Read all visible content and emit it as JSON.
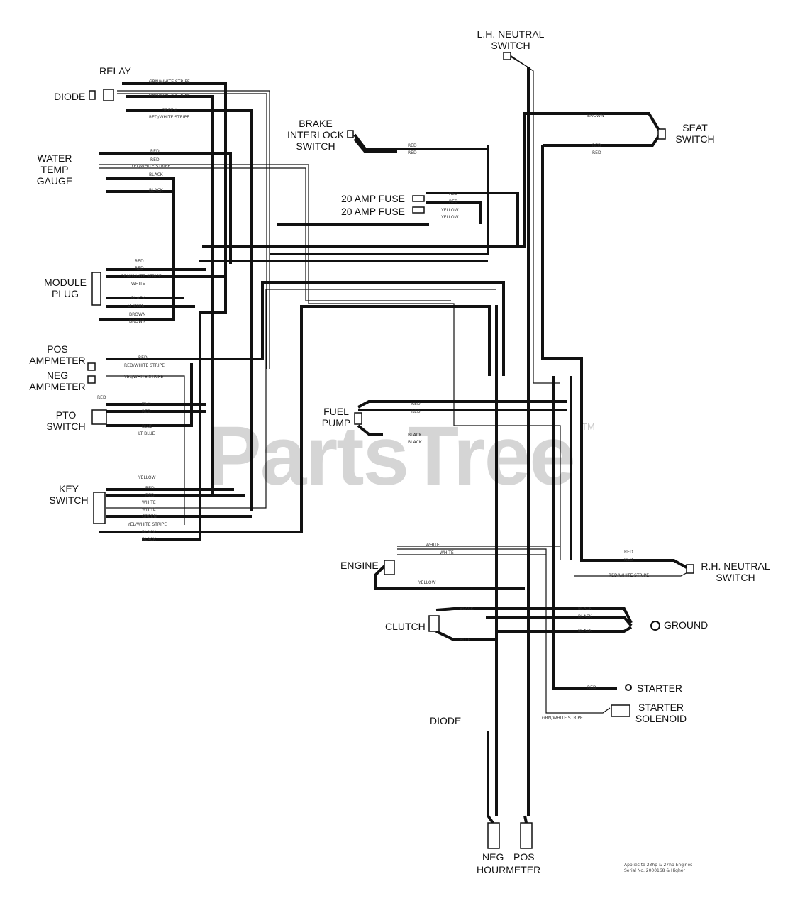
{
  "components": {
    "lh_neutral_switch": "L.H. NEUTRAL\nSWITCH",
    "relay": "RELAY",
    "diode_top": "DIODE",
    "brake_interlock_switch": "BRAKE\nINTERLOCK\nSWITCH",
    "seat_switch": "SEAT\nSWITCH",
    "water_temp_gauge": "WATER\nTEMP\nGAUGE",
    "fuse_1": "20 AMP FUSE",
    "fuse_2": "20 AMP FUSE",
    "module_plug": "MODULE\nPLUG",
    "pos_ampmeter": "POS\nAMPMETER",
    "neg_ampmeter": "NEG\nAMPMETER",
    "pto_switch": "PTO\nSWITCH",
    "fuel_pump": "FUEL\nPUMP",
    "key_switch": "KEY\nSWITCH",
    "engine": "ENGINE",
    "rh_neutral_switch": "R.H. NEUTRAL\nSWITCH",
    "clutch": "CLUTCH",
    "ground": "GROUND",
    "starter": "STARTER",
    "starter_solenoid": "STARTER\nSOLENOID",
    "diode_bottom": "DIODE",
    "neg": "NEG",
    "pos": "POS",
    "hourmeter": "HOURMETER"
  },
  "wire_labels": {
    "grn_white_stripe": "GRN/WHITE STRIPE",
    "green": "GREEN",
    "red_white_stripe": "RED/WHITE STRIPE",
    "red": "RED",
    "yel_white_stripe": "YEL/WHITE STRIPE",
    "black": "BLACK",
    "white": "WHITE",
    "lt_blue": "LT BLUE",
    "brown": "BROWN",
    "blue": "BLUE",
    "yellow": "YELLOW"
  },
  "watermark": {
    "brand": "PartsTree",
    "tm": "TM"
  },
  "note": "Applies to 23hp & 27hp Engines\nSerial No. 2000168 & Higher",
  "colors": {
    "wire": "#111111",
    "background": "#ffffff"
  }
}
